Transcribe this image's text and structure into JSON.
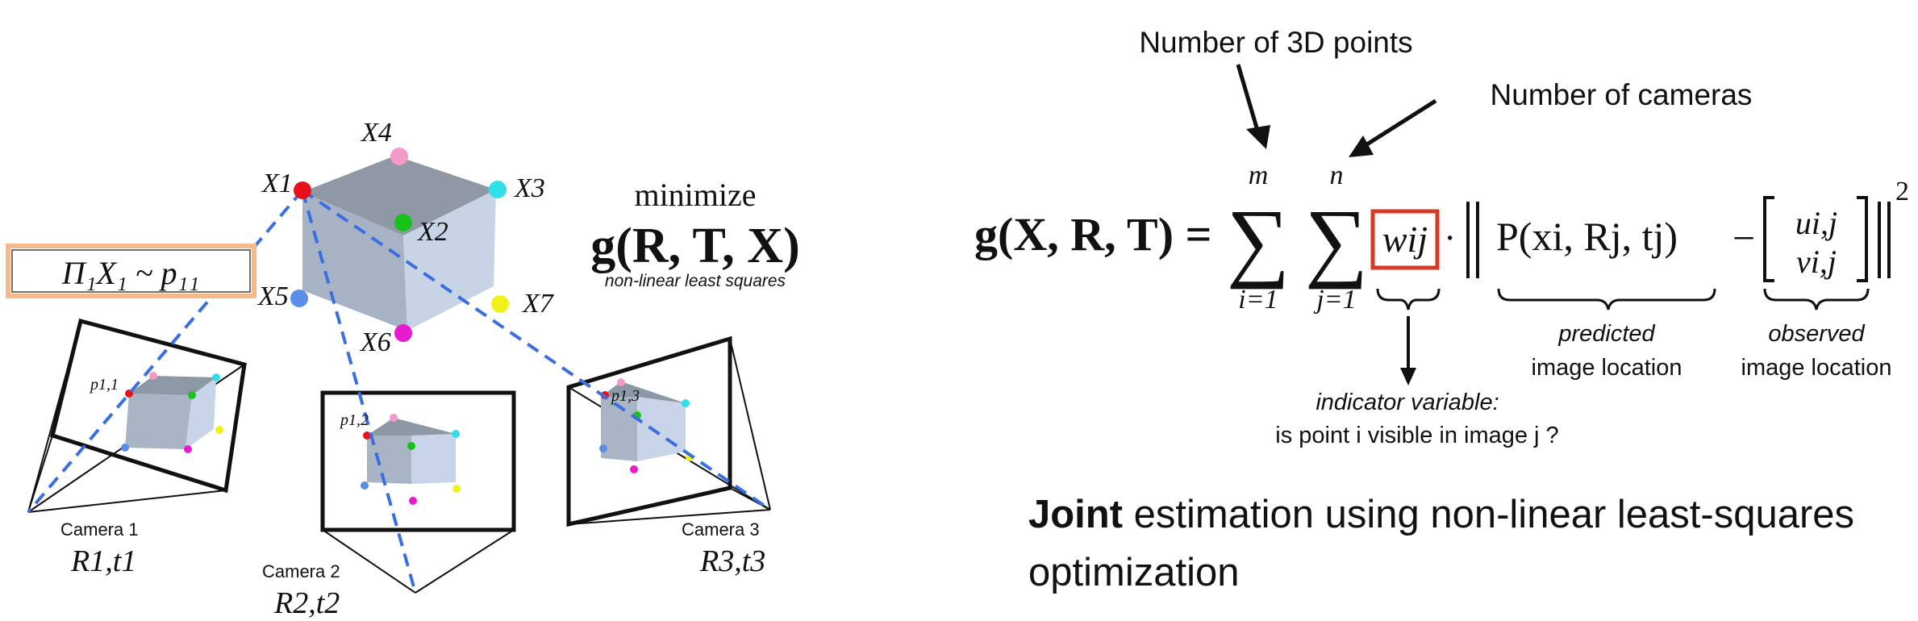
{
  "left_figure": {
    "projection_equation": "Π₁X₁ ~ p₁₁",
    "objective": {
      "verb": "minimize",
      "function": "g(R, T, X)",
      "subtitle": "non-linear least squares"
    },
    "points": {
      "x1": "X1",
      "x2": "X2",
      "x3": "X3",
      "x4": "X4",
      "x5": "X5",
      "x6": "X6",
      "x7": "X7"
    },
    "image_points": {
      "p11": "p1,1",
      "p12": "p1,2",
      "p13": "p1,3"
    },
    "cameras": [
      {
        "label": "Camera 1",
        "pose": "R1,t1"
      },
      {
        "label": "Camera 2",
        "pose": "R2,t2"
      },
      {
        "label": "Camera 3",
        "pose": "R3,t3"
      }
    ],
    "point_colors": {
      "x1": "#e8101a",
      "x2": "#18c21a",
      "x3": "#2fe0e8",
      "x4": "#f39ac8",
      "x5": "#5b8ee6",
      "x6": "#e81ad0",
      "x7": "#f2f21a"
    }
  },
  "right_figure": {
    "callout_points": "Number of 3D points",
    "callout_cameras": "Number of cameras",
    "equation": {
      "lhs": "g(X, R, T) =",
      "sum1_top": "m",
      "sum1_bottom": "i=1",
      "sum2_top": "n",
      "sum2_bottom": "j=1",
      "weight": "wij",
      "projection": "P(xi, Rj, tj)",
      "obs_u": "ui,j",
      "obs_v": "vi,j",
      "exponent": "2"
    },
    "predicted_label_1": "predicted",
    "predicted_label_2": "image location",
    "observed_label_1": "observed",
    "observed_label_2": "image location",
    "indicator_label_1": "indicator variable:",
    "indicator_label_2": "is point i visible in image j ?"
  },
  "caption": {
    "bold": "Joint",
    "rest": " estimation using non-linear least-squares optimization"
  },
  "colors": {
    "ray": "#3b6fe0",
    "weight_box": "#d63a26",
    "eq_box": "#f6b98a"
  }
}
